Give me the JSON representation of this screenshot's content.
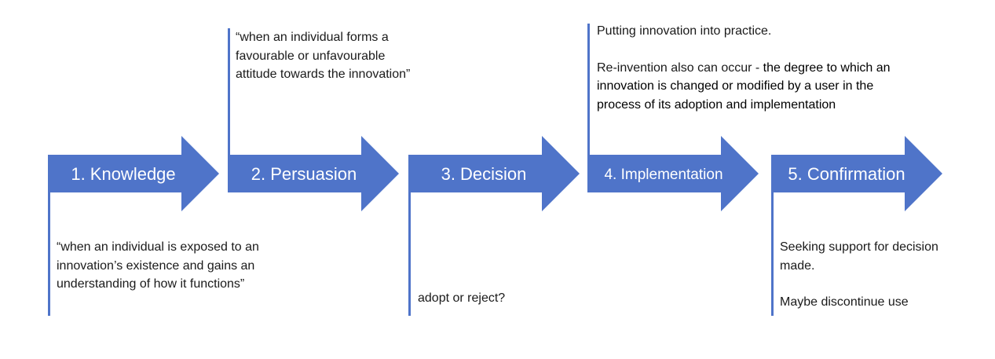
{
  "colors": {
    "arrow_fill": "#4f74c9",
    "line": "#4f74c9",
    "label_text": "#ffffff",
    "note_text": "#1a1a1a"
  },
  "stages": [
    {
      "label": "1. Knowledge"
    },
    {
      "label": "2. Persuasion"
    },
    {
      "label": "3. Decision"
    },
    {
      "label": "4. Implementation"
    },
    {
      "label": "5. Confirmation"
    }
  ],
  "notes": {
    "knowledge": "“when an individual is exposed to an innovation’s existence and gains an understanding of how it functions”",
    "persuasion": "“when an individual forms a favourable or unfavourable attitude towards the innovation”",
    "decision": "adopt or reject?",
    "implementation_intro": "Putting innovation into practice.",
    "implementation_reinvention_lead": "Re-invention also can occur - ",
    "implementation_reinvention_def": "the degree to which an innovation is changed or modified by a user in the process of its adoption and implementation",
    "confirmation_support": "Seeking support for decision made.",
    "confirmation_discontinue": "Maybe discontinue use"
  }
}
